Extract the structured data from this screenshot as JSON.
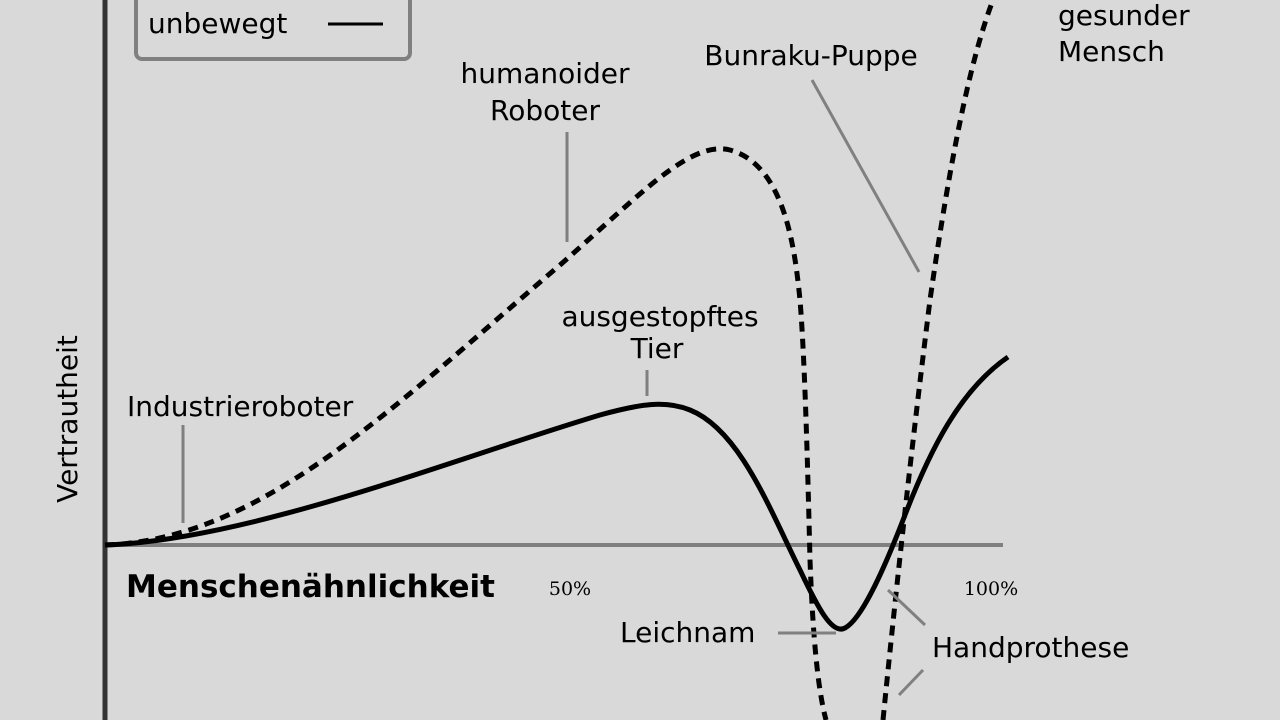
{
  "legend": {
    "static_label": "unbewegt"
  },
  "axes": {
    "x_label": "Menschenähnlichkeit",
    "y_label": "Vertrautheit",
    "ticks": [
      "50%",
      "100%"
    ]
  },
  "labels": {
    "industrial_robot": "Industrieroboter",
    "humanoid_robot_line1": "humanoider",
    "humanoid_robot_line2": "Roboter",
    "stuffed_animal_line1": "ausgestopftes",
    "stuffed_animal_line2": "Tier",
    "bunraku_puppet": "Bunraku-Puppe",
    "healthy_human_line1": "gesunder",
    "healthy_human_line2": "Mensch",
    "corpse": "Leichnam",
    "prosthetic_hand": "Handprothese"
  },
  "colors": {
    "background": "#d9d9d9",
    "axis": "#333333",
    "baseline": "#808080",
    "leader": "#808080",
    "curve": "#000000"
  }
}
